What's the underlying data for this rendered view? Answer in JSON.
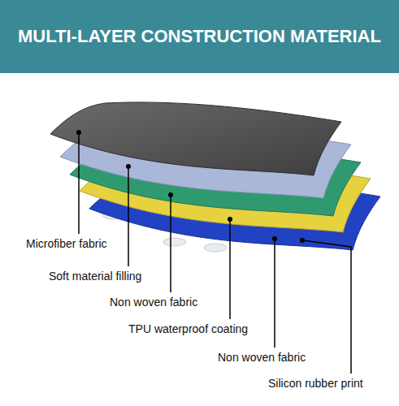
{
  "diagram": {
    "title": "MULTI-LAYER CONSTRUCTION MATERIAL",
    "labels": [
      "Microfiber fabric",
      "Soft material filling",
      "Non woven fabric",
      "TPU waterproof coating",
      "Non woven fabric",
      "Silicon rubber print"
    ]
  }
}
